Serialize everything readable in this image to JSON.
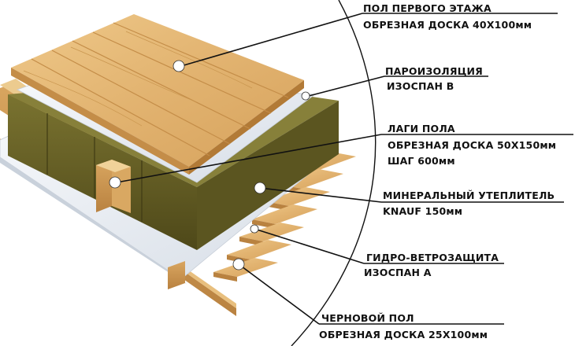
{
  "labels": {
    "floor": {
      "title": "ПОЛ ПЕРВОГО ЭТАЖА",
      "line1": "ОБРЕЗНАЯ ДОСКА 40X100мм"
    },
    "vapor": {
      "title": "ПАРОИЗОЛЯЦИЯ",
      "line1": "ИЗОСПАН В"
    },
    "joists": {
      "title": "ЛАГИ ПОЛА",
      "line1": "ОБРЕЗНАЯ ДОСКА 50X150мм",
      "line2": "ШАГ 600мм"
    },
    "insulation": {
      "title": "МИНЕРАЛЬНЫЙ УТЕПЛИТЕЛЬ",
      "line1": "KNAUF 150мм"
    },
    "wind": {
      "title": "ГИДРО-ВЕТРОЗАЩИТА",
      "line1": "ИЗОСПАН А"
    },
    "subfloor": {
      "title": "ЧЕРНОВОЙ ПОЛ",
      "line1": "ОБРЕЗНАЯ ДОСКА 25X100мм"
    }
  },
  "colors": {
    "wood": "#e3b672",
    "wood_dark": "#c48d48",
    "wool": "#6d6628",
    "wool_dark": "#4f4a1c",
    "membrane": "#e9eef4",
    "line": "#111111"
  }
}
